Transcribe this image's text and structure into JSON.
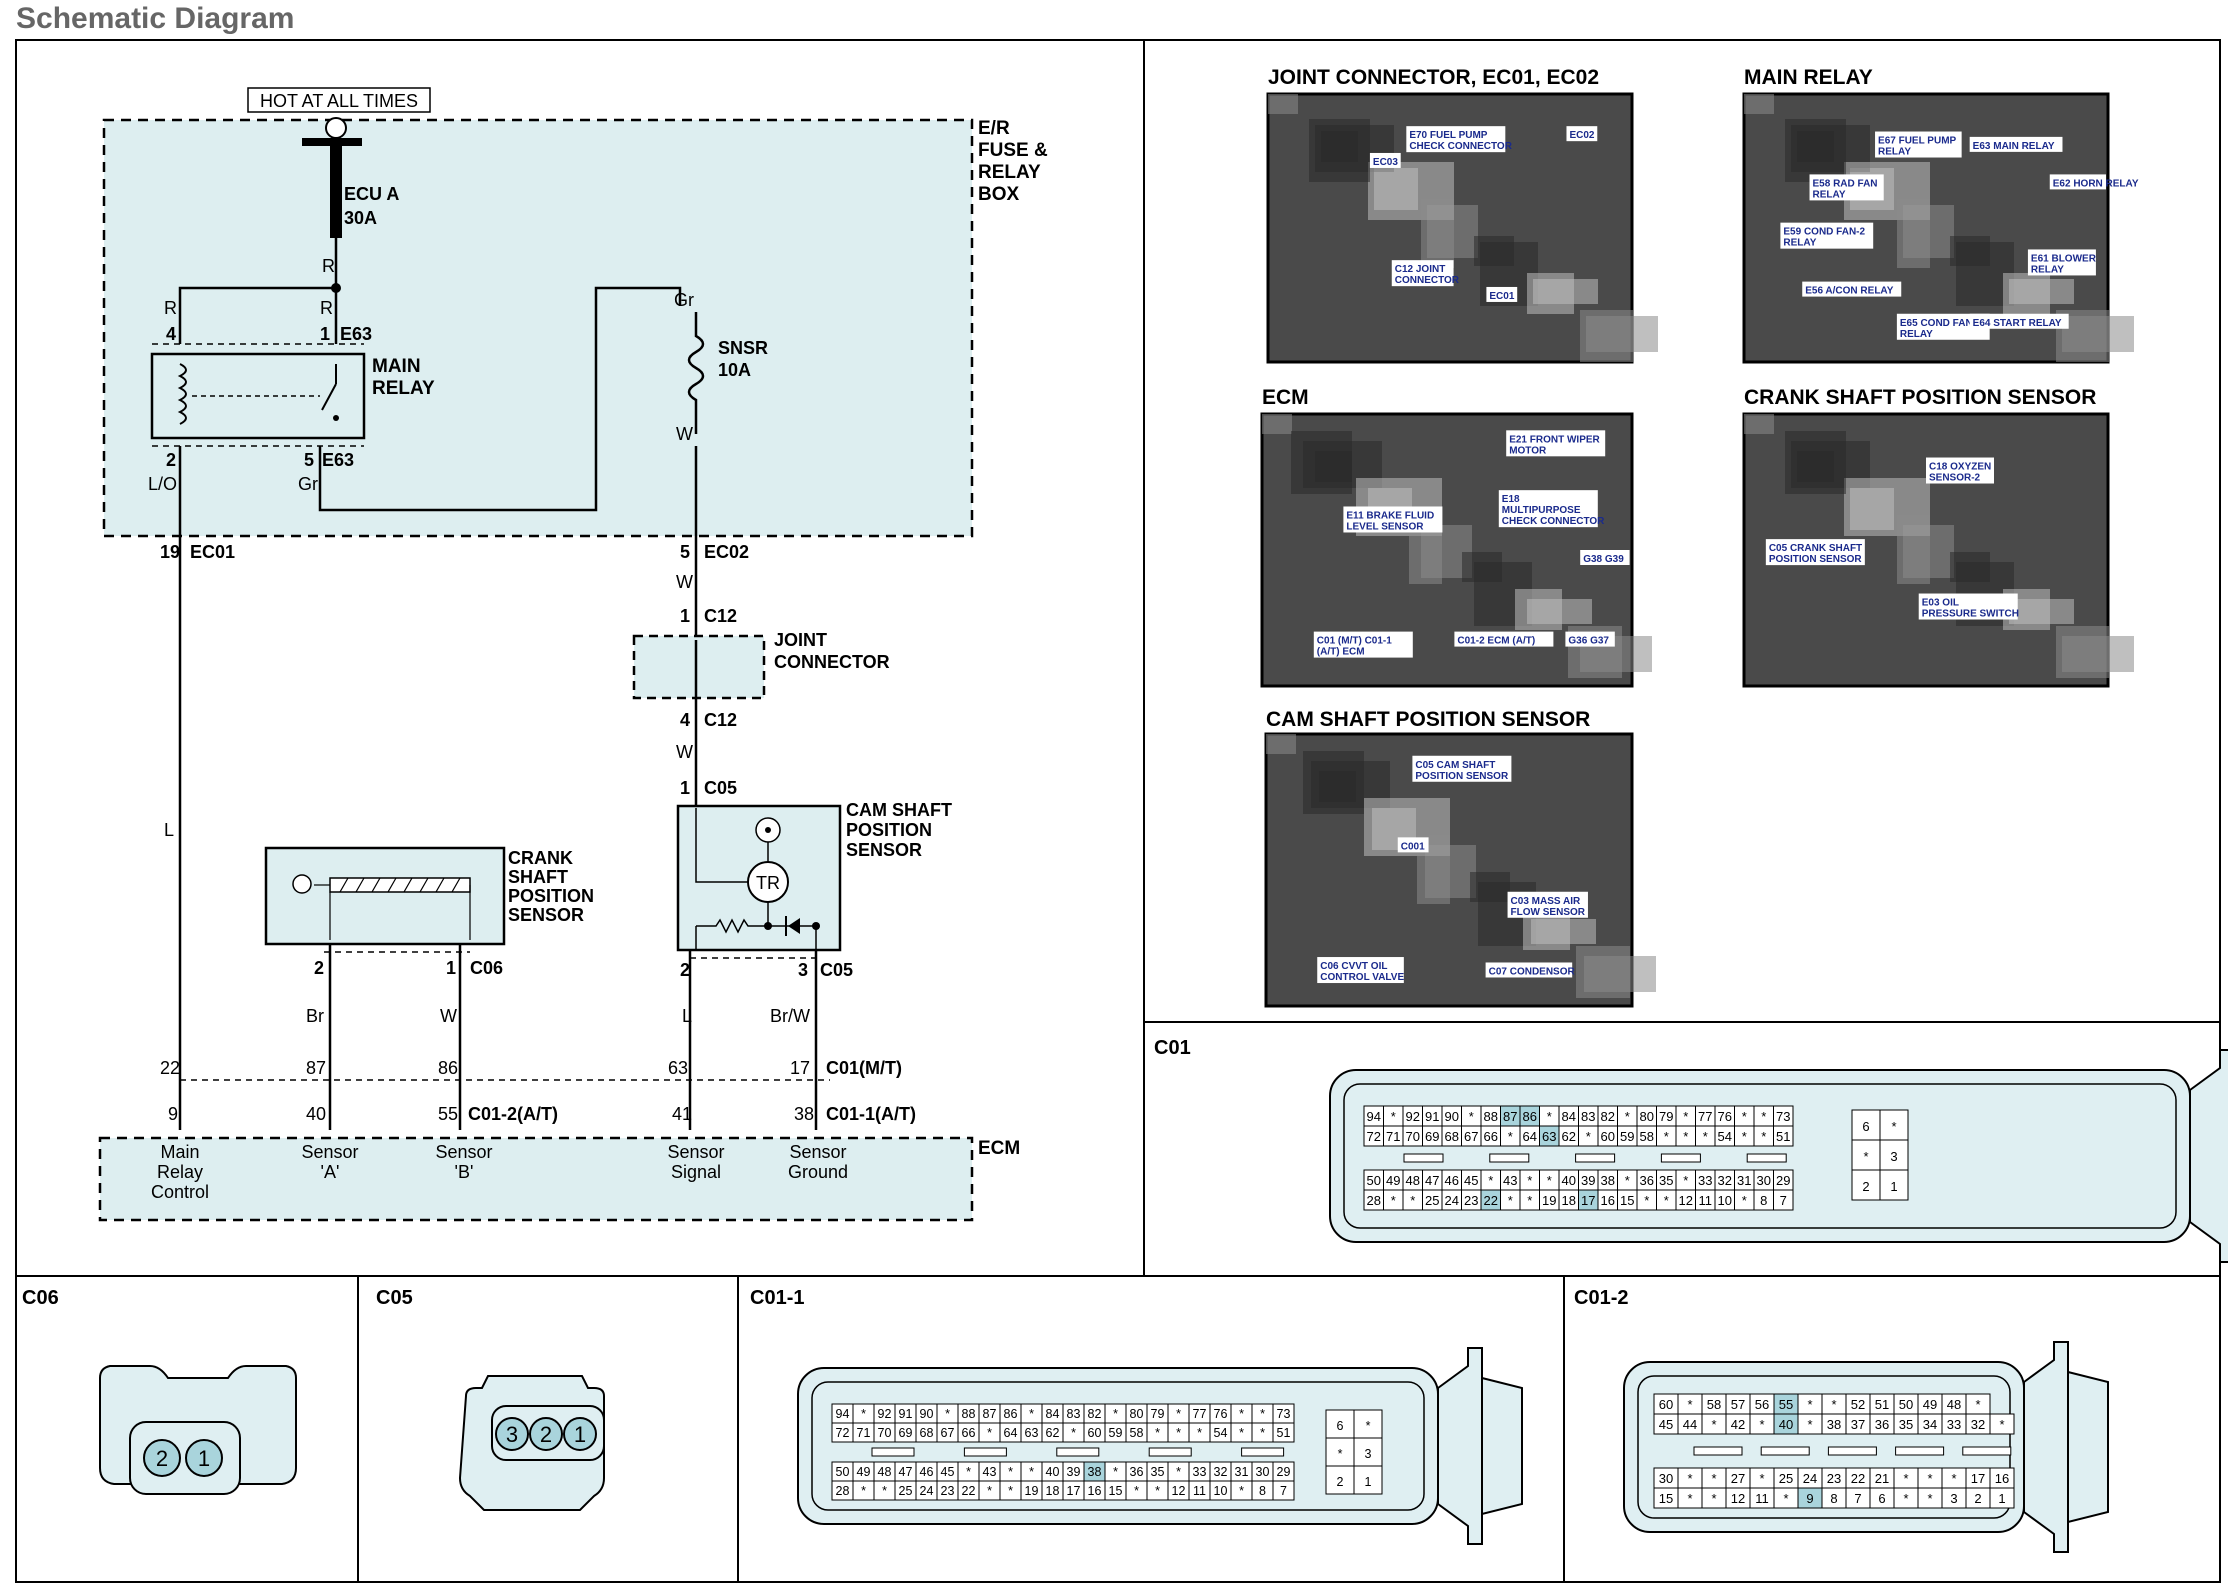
{
  "page_title": "Schematic Diagram",
  "schematic": {
    "hot_label": "HOT AT ALL TIMES",
    "fuse_box_label": [
      "E/R",
      "FUSE &",
      "RELAY",
      "BOX"
    ],
    "ecu_fuse": [
      "ECU A",
      "30A"
    ],
    "snsr_fuse": [
      "SNSR",
      "10A"
    ],
    "main_relay": [
      "MAIN",
      "RELAY"
    ],
    "joint_connector": [
      "JOINT",
      "CONNECTOR"
    ],
    "cam_sensor": [
      "CAM SHAFT",
      "POSITION",
      "SENSOR"
    ],
    "crank_sensor": [
      "CRANK",
      "SHAFT",
      "POSITION",
      "SENSOR"
    ],
    "tr": "TR",
    "ecm": "ECM",
    "wire": {
      "R": "R",
      "LO": "L/O",
      "Gr": "Gr",
      "W": "W",
      "L": "L",
      "Br": "Br",
      "BrW": "Br/W"
    },
    "conn": {
      "E63": "E63",
      "EC01": "EC01",
      "EC02": "EC02",
      "C12": "C12",
      "C05": "C05",
      "C06": "C06",
      "C01MT": "C01(M/T)",
      "C012AT": "C01-2(A/T)",
      "C011AT": "C01-1(A/T)"
    },
    "pins": {
      "p4": "4",
      "p1": "1",
      "p2": "2",
      "p5": "5",
      "p19": "19",
      "p3": "3",
      "p22": "22",
      "p87": "87",
      "p86": "86",
      "p63": "63",
      "p17": "17",
      "p9": "9",
      "p40": "40",
      "p55": "55",
      "p41": "41",
      "p38": "38"
    },
    "ecm_pins": {
      "main": [
        "Main",
        "Relay",
        "Control"
      ],
      "sa": [
        "Sensor",
        "'A'"
      ],
      "sb": [
        "Sensor",
        "'B'"
      ],
      "ss": [
        "Sensor",
        "Signal"
      ],
      "sg": [
        "Sensor",
        "Ground"
      ]
    }
  },
  "photos": [
    {
      "title": "JOINT CONNECTOR, EC01, EC02",
      "callouts": [
        "E70 FUEL PUMP CHECK CONNECTOR",
        "EC02",
        "EC03",
        "C12 JOINT CONNECTOR",
        "EC01"
      ]
    },
    {
      "title": "MAIN RELAY",
      "callouts": [
        "E67 FUEL PUMP RELAY",
        "E63 MAIN RELAY",
        "E58 RAD FAN RELAY",
        "E62 HORN RELAY",
        "E59 COND FAN-2 RELAY",
        "E61 BLOWER RELAY",
        "E56 A/CON RELAY",
        "E65 COND FAN-1 RELAY",
        "E64 START RELAY"
      ]
    },
    {
      "title": "ECM",
      "callouts": [
        "E21 FRONT WIPER MOTOR",
        "E18 MULTIPURPOSE CHECK CONNECTOR",
        "E11 BRAKE FLUID LEVEL SENSOR",
        "G38 G39",
        "C01 (M/T) C01-1 (A/T) ECM",
        "C01-2 ECM (A/T)",
        "G36 G37"
      ]
    },
    {
      "title": "CRANK SHAFT POSITION SENSOR",
      "callouts": [
        "C18 OXYZEN SENSOR-2",
        "C05 CRANK SHAFT POSITION SENSOR",
        "E03 OIL PRESSURE SWITCH"
      ]
    },
    {
      "title": "CAM SHAFT POSITION SENSOR",
      "callouts": [
        "C05 CAM SHAFT POSITION SENSOR",
        "C001",
        "C03 MASS AIR FLOW SENSOR",
        "C06 CVVT OIL CONTROL VALVE",
        "C07 CONDENSOR"
      ]
    }
  ],
  "connectors": {
    "C01": {
      "title": "C01",
      "rows": [
        [
          "94",
          "*",
          "92",
          "91",
          "90",
          "*",
          "88",
          "87",
          "86",
          "*",
          "84",
          "83",
          "82",
          "*",
          "80",
          "79",
          "*",
          "77",
          "76",
          "*",
          "*",
          "73"
        ],
        [
          "72",
          "71",
          "70",
          "69",
          "68",
          "67",
          "66",
          "*",
          "64",
          "63",
          "62",
          "*",
          "60",
          "59",
          "58",
          "*",
          "*",
          "*",
          "54",
          "*",
          "*",
          "51"
        ],
        [
          "50",
          "49",
          "48",
          "47",
          "46",
          "45",
          "*",
          "43",
          "*",
          "*",
          "40",
          "39",
          "38",
          "*",
          "36",
          "35",
          "*",
          "33",
          "32",
          "31",
          "30",
          "29"
        ],
        [
          "28",
          "*",
          "*",
          "25",
          "24",
          "23",
          "22",
          "*",
          "*",
          "19",
          "18",
          "17",
          "16",
          "15",
          "*",
          "*",
          "12",
          "11",
          "10",
          "*",
          "8",
          "7"
        ]
      ],
      "highlight": [
        "87",
        "86",
        "63",
        "22",
        "17"
      ],
      "side": [
        [
          "6",
          "*"
        ],
        [
          "*",
          "3"
        ],
        [
          "2",
          "1"
        ]
      ]
    },
    "C06": {
      "title": "C06",
      "pins": [
        "2",
        "1"
      ]
    },
    "C05": {
      "title": "C05",
      "pins": [
        "3",
        "2",
        "1"
      ]
    },
    "C011": {
      "title": "C01-1",
      "rows": [
        [
          "94",
          "*",
          "92",
          "91",
          "90",
          "*",
          "88",
          "87",
          "86",
          "*",
          "84",
          "83",
          "82",
          "*",
          "80",
          "79",
          "*",
          "77",
          "76",
          "*",
          "*",
          "73"
        ],
        [
          "72",
          "71",
          "70",
          "69",
          "68",
          "67",
          "66",
          "*",
          "64",
          "63",
          "62",
          "*",
          "60",
          "59",
          "58",
          "*",
          "*",
          "*",
          "54",
          "*",
          "*",
          "51"
        ],
        [
          "50",
          "49",
          "48",
          "47",
          "46",
          "45",
          "*",
          "43",
          "*",
          "*",
          "40",
          "39",
          "38",
          "*",
          "36",
          "35",
          "*",
          "33",
          "32",
          "31",
          "30",
          "29"
        ],
        [
          "28",
          "*",
          "*",
          "25",
          "24",
          "23",
          "22",
          "*",
          "*",
          "19",
          "18",
          "17",
          "16",
          "15",
          "*",
          "*",
          "12",
          "11",
          "10",
          "*",
          "8",
          "7"
        ]
      ],
      "highlight": [
        "41",
        "38"
      ],
      "side": [
        [
          "6",
          "*"
        ],
        [
          "*",
          "3"
        ],
        [
          "2",
          "1"
        ]
      ]
    },
    "C012": {
      "title": "C01-2",
      "rows": [
        [
          "60",
          "*",
          "58",
          "57",
          "56",
          "55",
          "*",
          "*",
          "52",
          "51",
          "50",
          "49",
          "48",
          "*"
        ],
        [
          "45",
          "44",
          "*",
          "42",
          "*",
          "40",
          "*",
          "38",
          "37",
          "36",
          "35",
          "34",
          "33",
          "32",
          "*"
        ],
        [
          "30",
          "*",
          "*",
          "27",
          "*",
          "25",
          "24",
          "23",
          "22",
          "21",
          "*",
          "*",
          "*",
          "17",
          "16"
        ],
        [
          "15",
          "*",
          "*",
          "12",
          "11",
          "*",
          "9",
          "8",
          "7",
          "6",
          "*",
          "*",
          "3",
          "2",
          "1"
        ]
      ],
      "highlight": [
        "55",
        "40",
        "9"
      ]
    }
  }
}
